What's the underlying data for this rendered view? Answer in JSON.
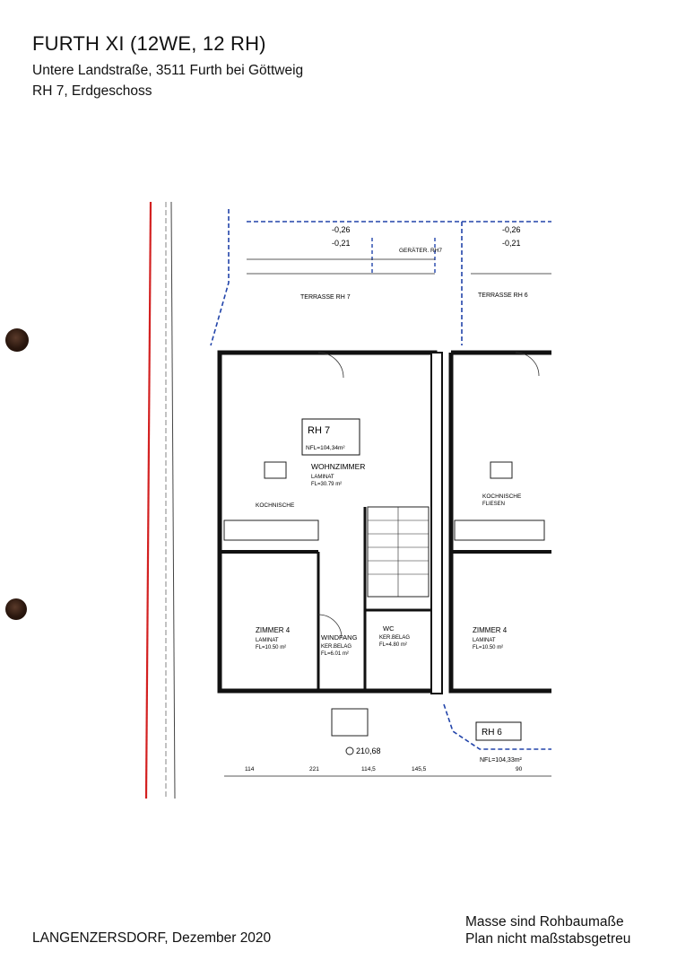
{
  "header": {
    "title": "FURTH XI (12WE, 12 RH)",
    "address": "Untere Landstraße, 3511 Furth bei Göttweig",
    "unit_floor": "RH 7, Erdgeschoss"
  },
  "plan": {
    "unit_label": "RH 7",
    "unit_nfl": "NFL=104,34m²",
    "neighbor_label": "RH 6",
    "neighbor_nfl": "NFL=104,33m²",
    "terrace_rh7": "TERRASSE RH 7",
    "terrace_rh6": "TERRASSE RH 6",
    "shed": "GERÄTER. RH7",
    "living": "WOHNZIMMER",
    "living_floor": "LAMINAT",
    "living_area": "FL=30.79 m²",
    "kitchen": "KOCHNISCHE",
    "kitchen_floor": "FLIESEN",
    "room4": "ZIMMER 4",
    "room4_floor": "LAMINAT",
    "room4_area": "FL=10.50 m²",
    "entry": "WINDFANG",
    "entry_floor": "KER.BELAG",
    "entry_area": "FL=6.01 m²",
    "wc": "WC",
    "wc_floor": "KER.BELAG",
    "wc_area": "FL=4.80 m²",
    "level_top_1": "-0,26",
    "level_top_2": "-0,21",
    "level_entry": "210,68",
    "dims_bottom": [
      "114",
      "221",
      "114,5",
      "145,5",
      "90"
    ]
  },
  "footer": {
    "place_date": "LANGENZERSDORF, Dezember 2020",
    "note_1": "Masse sind Rohbaumaße",
    "note_2": "Plan nicht maßstabsgetreu"
  }
}
